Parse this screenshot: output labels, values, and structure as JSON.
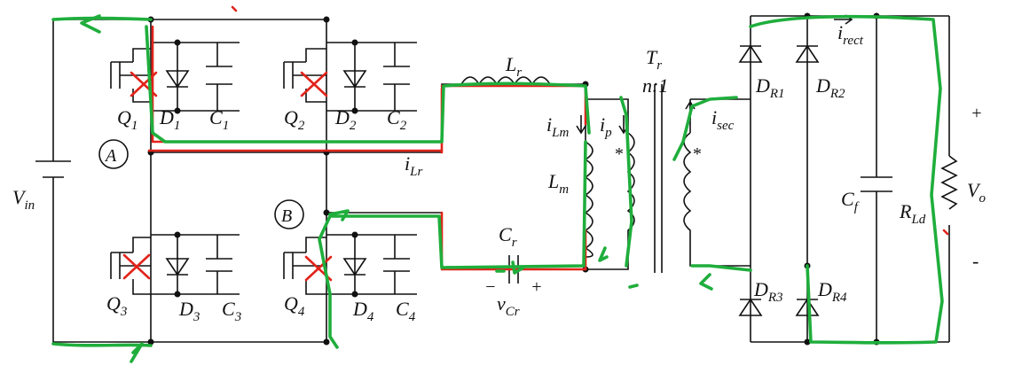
{
  "diagram": {
    "labels": {
      "vin": "V",
      "vin_sub": "in",
      "nodeA": "A",
      "nodeB": "B",
      "q1": "Q",
      "q1_sub": "1",
      "q2": "Q",
      "q2_sub": "2",
      "q3": "Q",
      "q3_sub": "3",
      "q4": "Q",
      "q4_sub": "4",
      "d1": "D",
      "d1_sub": "1",
      "d2": "D",
      "d2_sub": "2",
      "d3": "D",
      "d3_sub": "3",
      "d4": "D",
      "d4_sub": "4",
      "c1": "C",
      "c1_sub": "1",
      "c2": "C",
      "c2_sub": "2",
      "c3": "C",
      "c3_sub": "3",
      "c4": "C",
      "c4_sub": "4",
      "lr": "L",
      "lr_sub": "r",
      "ilr": "i",
      "ilr_sub": "Lr",
      "ilm": "i",
      "ilm_sub": "Lm",
      "ip": "i",
      "ip_sub": "p",
      "lm": "L",
      "lm_sub": "m",
      "cr": "C",
      "cr_sub": "r",
      "vcr": "v",
      "vcr_sub": "Cr",
      "cr_minus": "−",
      "cr_plus": "+",
      "tr": "T",
      "tr_sub": "r",
      "ratio": "n:1",
      "isec": "i",
      "isec_sub": "sec",
      "dot_primary": "*",
      "dot_secondary": "*",
      "dr1": "D",
      "dr1_sub": "R1",
      "dr2": "D",
      "dr2_sub": "R2",
      "dr3": "D",
      "dr3_sub": "R3",
      "dr4": "D",
      "dr4_sub": "R4",
      "irect": "i",
      "irect_sub": "rect",
      "cf": "C",
      "cf_sub": "f",
      "rld": "R",
      "rld_sub": "Ld",
      "vo": "V",
      "vo_sub": "o",
      "vo_plus": "+",
      "vo_minus": "-"
    },
    "colors": {
      "wire": "#111111",
      "annotation_red": "#e2231a",
      "annotation_green": "#1fae3c"
    }
  }
}
